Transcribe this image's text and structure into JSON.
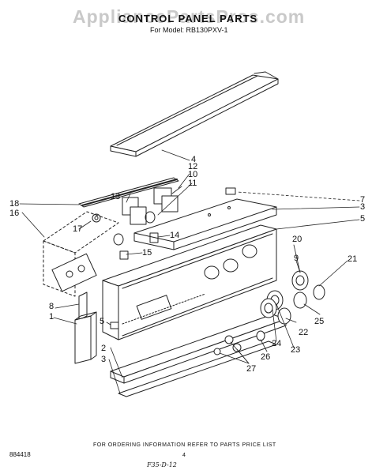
{
  "watermark": "AppliancePartsPros.com",
  "header": {
    "title": "CONTROL PANEL PARTS",
    "model_line": "For Model: RB130PXV-1"
  },
  "callouts": {
    "c4": "4",
    "c12": "12",
    "c10": "10",
    "c11": "11",
    "c7": "7",
    "c3": "3",
    "c5a": "5",
    "c18": "18",
    "c16": "16",
    "c13": "13",
    "c17": "17",
    "c14": "14",
    "c15": "15",
    "c20": "20",
    "c9": "9",
    "c21": "21",
    "c8": "8",
    "c1": "1",
    "c5b": "5",
    "c25": "25",
    "c22": "22",
    "c24": "24",
    "c23": "23",
    "c2": "2",
    "c3b": "3",
    "c26": "26",
    "c27": "27"
  },
  "footer": {
    "order_note": "FOR ORDERING INFORMATION REFER TO PARTS PRICE LIST",
    "part_code": "884418",
    "page_number": "4",
    "handwritten_note": "F35-D-12"
  }
}
